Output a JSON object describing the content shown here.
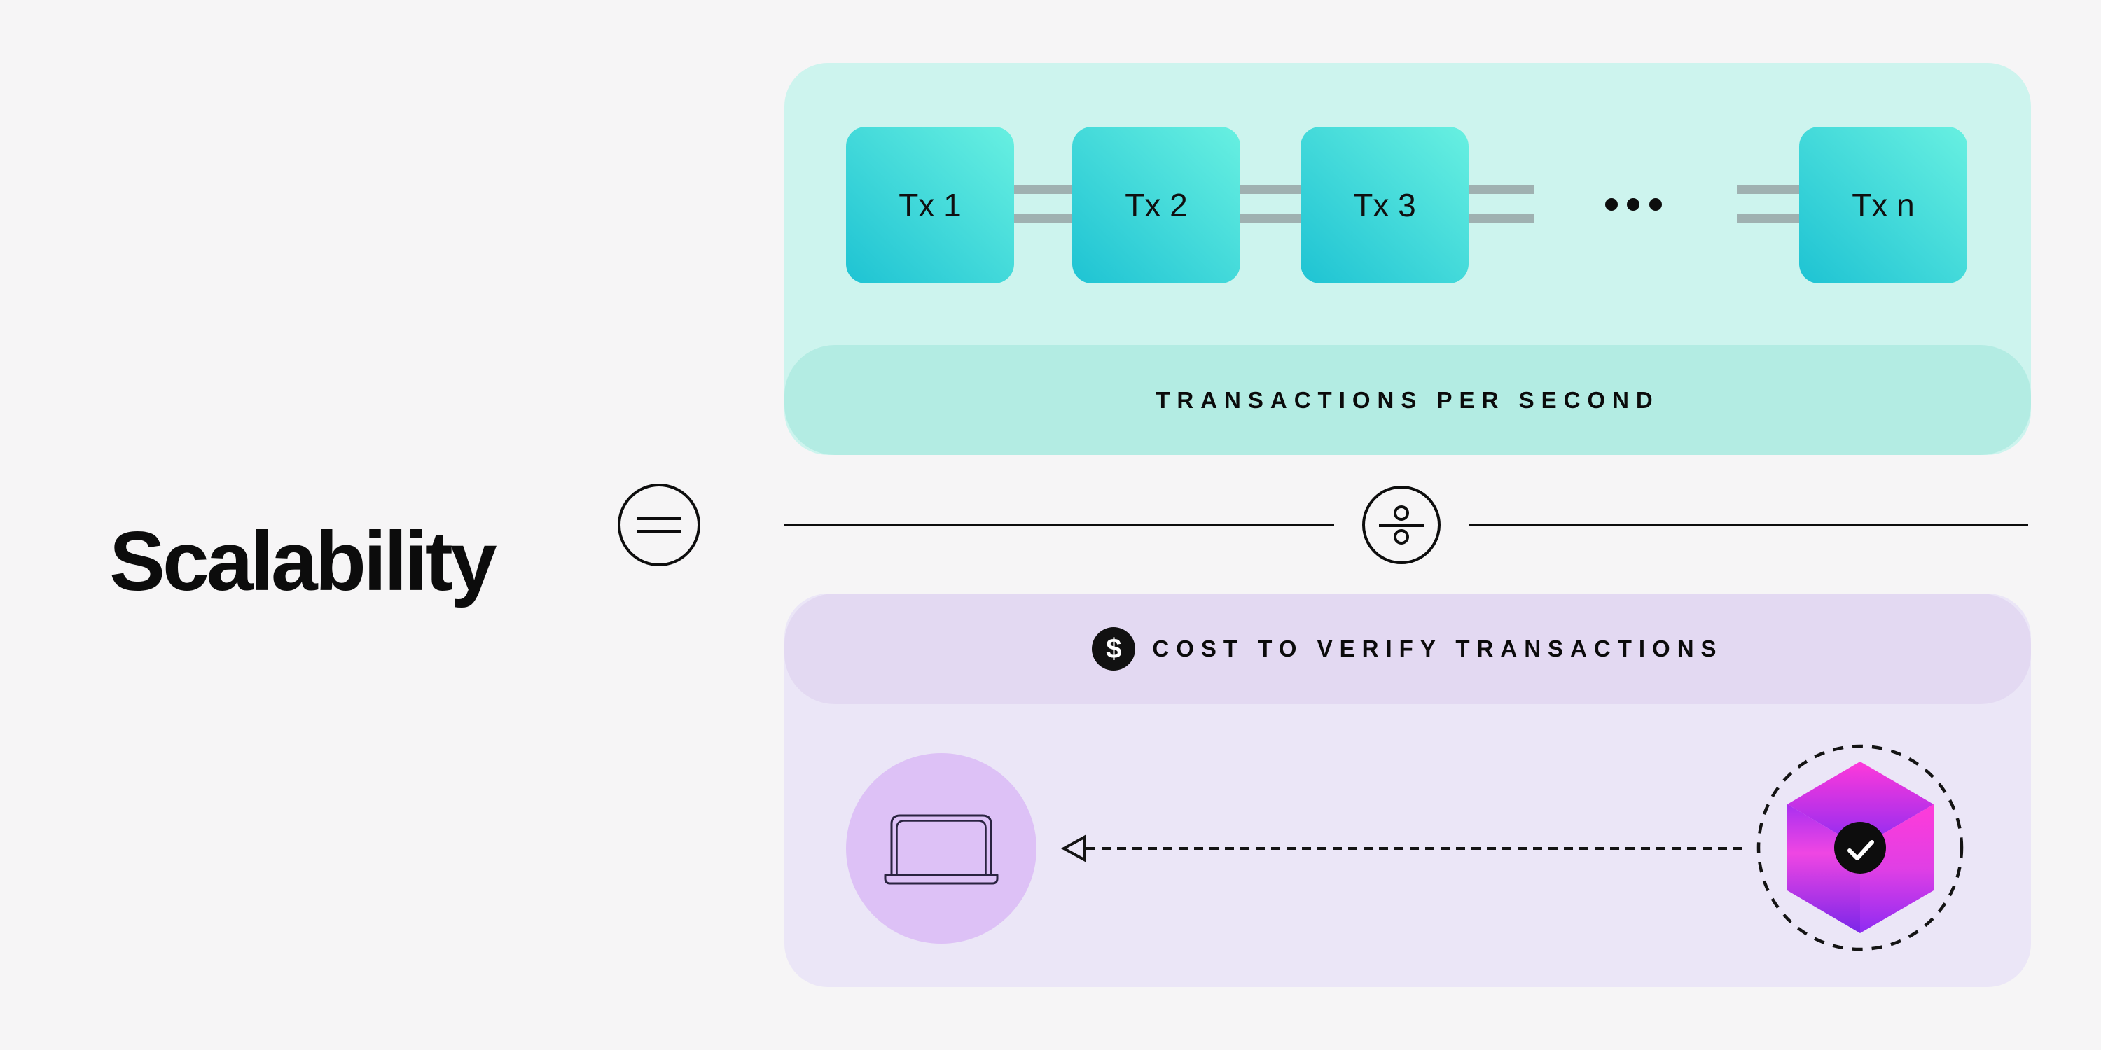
{
  "title": "Scalability",
  "equation": {
    "equals_symbol": "=",
    "divide_symbol": "÷",
    "numerator": {
      "panel_label": "TRANSACTIONS PER SECOND",
      "blocks": [
        {
          "label": "Tx 1"
        },
        {
          "label": "Tx 2"
        },
        {
          "label": "Tx 3"
        },
        {
          "label": "Tx n"
        }
      ],
      "ellipsis": "•••",
      "colors": {
        "panel": "#cdf4ee",
        "band": "#b3ece3",
        "block_gradient_light": "#68f0e1",
        "block_gradient_dark": "#1ec3d3",
        "link_bar": "#9fb1b1"
      }
    },
    "denominator": {
      "currency_symbol": "$",
      "panel_label": "COST TO VERIFY TRANSACTIONS",
      "colors": {
        "panel": "#ebe6f7",
        "band": "#e3d9f2",
        "device_circle": "#ddc1f6",
        "cube_pink": "#ff39da",
        "cube_purple": "#8c2cf2",
        "check_circle": "#0d0d0d"
      }
    }
  },
  "icons": {
    "equals": "equals-icon",
    "divide": "divide-icon",
    "dollar": "dollar-icon",
    "laptop": "laptop-icon",
    "cube": "verified-block-cube-icon",
    "check": "checkmark-icon",
    "arrow": "dashed-arrow-left-icon"
  },
  "page_background": "#f6f5f6"
}
